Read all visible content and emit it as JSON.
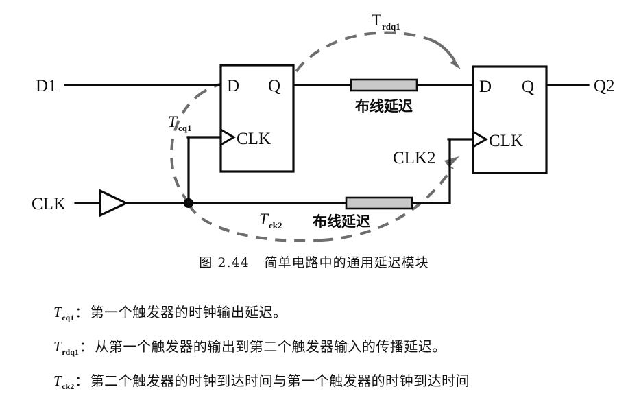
{
  "figure": {
    "caption_number": "图 2.44",
    "caption_text": "简单电路中的通用延迟模块",
    "signals": {
      "data_in": "D1",
      "data_out": "Q2",
      "clock_in": "CLK",
      "clock_branch": "CLK2"
    },
    "flipflop1": {
      "d_pin": "D",
      "q_pin": "Q",
      "clk_pin": "CLK"
    },
    "flipflop2": {
      "d_pin": "D",
      "q_pin": "Q",
      "clk_pin": "CLK"
    },
    "delay_block_data_label": "布线延迟",
    "delay_block_clock_label": "布线延迟",
    "annotations": {
      "tcq1_base": "T",
      "tcq1_sub": "cq1",
      "trdq1_base": "T",
      "trdq1_sub": "rdq1",
      "tck2_base": "T",
      "tck2_sub": "ck2"
    },
    "colors": {
      "line": "#0b0b0b",
      "dashed_arrow": "#6e6e6e",
      "delay_block_fill": "#c9c9c9",
      "background": "#ffffff"
    }
  },
  "definitions": [
    {
      "symbol_base": "T",
      "symbol_sub": "cq1",
      "colon": "：",
      "text": "第一个触发器的时钟输出延迟。"
    },
    {
      "symbol_base": "T",
      "symbol_sub": "rdq1",
      "colon": "：",
      "text": "从第一个触发器的输出到第二个触发器输入的传播延迟。"
    },
    {
      "symbol_base": "T",
      "symbol_sub": "ck2",
      "colon": "：",
      "text": "第二个触发器的时钟到达时间与第一个触发器的时钟到达时间"
    }
  ]
}
